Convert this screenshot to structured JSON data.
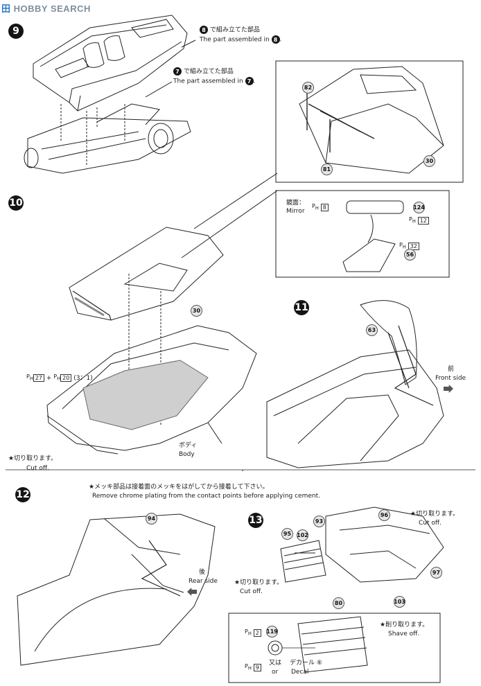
{
  "watermark": {
    "cjk": "田",
    "text": "HOBBY SEARCH"
  },
  "steps": {
    "s9": "9",
    "s10": "10",
    "s11": "11",
    "s12": "12",
    "s13": "13"
  },
  "step9": {
    "ref8_jp": "で組み立てた部品",
    "ref8_en": "The part assembled in",
    "ref8_num": "8",
    "ref7_jp": "で組み立てた部品",
    "ref7_en": "The part assembled in",
    "ref7_num": "7"
  },
  "detail": {
    "p82": "82",
    "p81": "81",
    "p30": "30",
    "mirror_jp": "鏡面：",
    "mirror_en": "Mirror",
    "ph8": "8",
    "p124": "124",
    "ph12": "12",
    "ph32": "32",
    "p56": "56"
  },
  "step10": {
    "p30": "30",
    "paint_a": "27",
    "paint_b": "20",
    "ratio": "(3：1)",
    "cut_jp": "★切り取ります。",
    "cut_en": "Cut off.",
    "body_jp": "ボディ",
    "body_en": "Body"
  },
  "step11": {
    "p63": "63",
    "front_jp": "前",
    "front_en": "Front side"
  },
  "chrome_note": {
    "jp": "★メッキ部品は接着面のメッキをはがしてから接着して下さい。",
    "en": "Remove chrome plating from the contact points before applying cement."
  },
  "step12": {
    "p94": "94",
    "rear_jp": "後",
    "rear_en": "Rear side"
  },
  "step13": {
    "p93": "93",
    "p95": "95",
    "p102": "102",
    "p96": "96",
    "p97": "97",
    "p80": "80",
    "p103": "103",
    "cut_right_jp": "★切り取ります。",
    "cut_right_en": "Cut off.",
    "cut_left_jp": "★切り取ります。",
    "cut_left_en": "Cut off.",
    "shave_jp": "★削り取ります。",
    "shave_en": "Shave off.",
    "ph2": "2",
    "p119": "119",
    "ph9": "9",
    "or_jp": "又は",
    "or_en": "or",
    "decal_jp": "デカール",
    "decal_en": "Decal",
    "decal_num": "⑥"
  }
}
